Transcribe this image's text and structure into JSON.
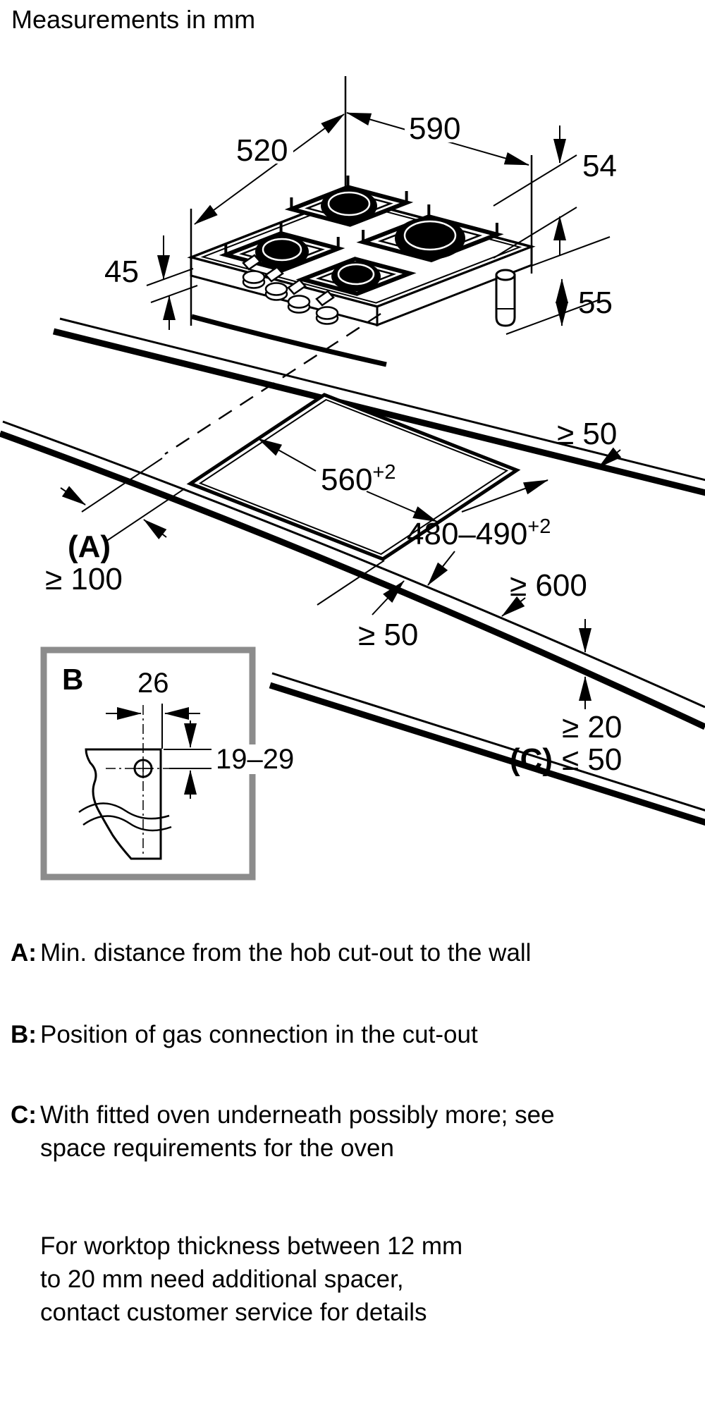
{
  "title": "Measurements in mm",
  "colors": {
    "ink": "#000000",
    "background": "#ffffff",
    "detail_box_border": "#8c8c8c"
  },
  "hob": {
    "width": "590",
    "depth": "520",
    "front_height": "45",
    "rim_height": "54",
    "below_height": "55"
  },
  "cutout": {
    "width": "560",
    "width_sup": "+2",
    "depth": "480–490",
    "depth_sup": "+2",
    "rear_clearance": "≥ 50",
    "front_clearance": "≥ 50",
    "side_ref": "(A)",
    "side_clearance": "≥ 100",
    "worktop_depth": "≥ 600",
    "overhang_ref": "(C)",
    "overhang_min": "≥ 20",
    "overhang_max": "≤ 50"
  },
  "detail_b": {
    "ref": "B",
    "hole_offset": "26",
    "hole_depth": "19–29"
  },
  "legend": {
    "a_key": "A:",
    "a_text": "Min. distance from the hob cut-out to the wall",
    "b_key": "B:",
    "b_text": "Position of gas connection in the cut-out",
    "c_key": "C:",
    "c_text": "With fitted oven underneath possibly more; see space requirements for the oven",
    "note": "For worktop thickness between 12 mm to 20 mm need additional spacer, contact customer service for details"
  }
}
